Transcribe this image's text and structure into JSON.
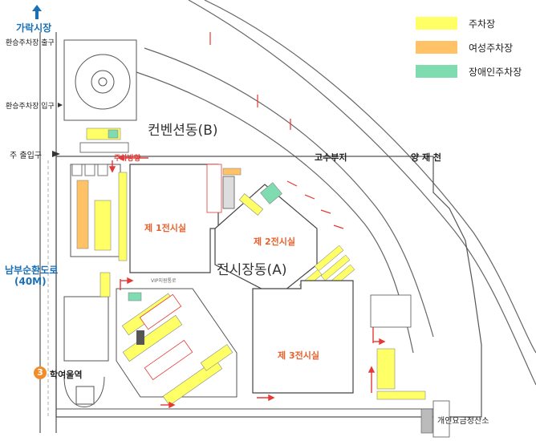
{
  "labels": {
    "garak_market": "가락시장",
    "transfer_exit": "환승주차장 출구",
    "transfer_entrance": "환승주차장 입구",
    "main_entrance": "주 출입구",
    "namburing_road": "남부순환도로",
    "namburing_road_width": "(40M)",
    "convention_b": "컨벤션동(B)",
    "exhibition_a": "전시장동(A)",
    "hall1": "제 1전시실",
    "hall2": "제 2전시실",
    "hall3": "제 3전시실",
    "parking_direction": "주차방향",
    "gosu_land": "고수부지",
    "yangjae_stream": "양 재 천",
    "haksul_station_no": "3",
    "haksul_station": "학여울역",
    "toll_office": "개인요금정산소",
    "vip_road": "VIP지원통로"
  },
  "legend": [
    {
      "label": "주차장",
      "color": "#ffff66"
    },
    {
      "label": "여성주차장",
      "color": "#ffc266"
    },
    {
      "label": "장애인주차장",
      "color": "#7fdcb0"
    }
  ],
  "colors": {
    "accent_blue": "#1a6fb5",
    "accent_red": "#e53935",
    "station_orange": "#f28c28",
    "line": "#555555"
  }
}
